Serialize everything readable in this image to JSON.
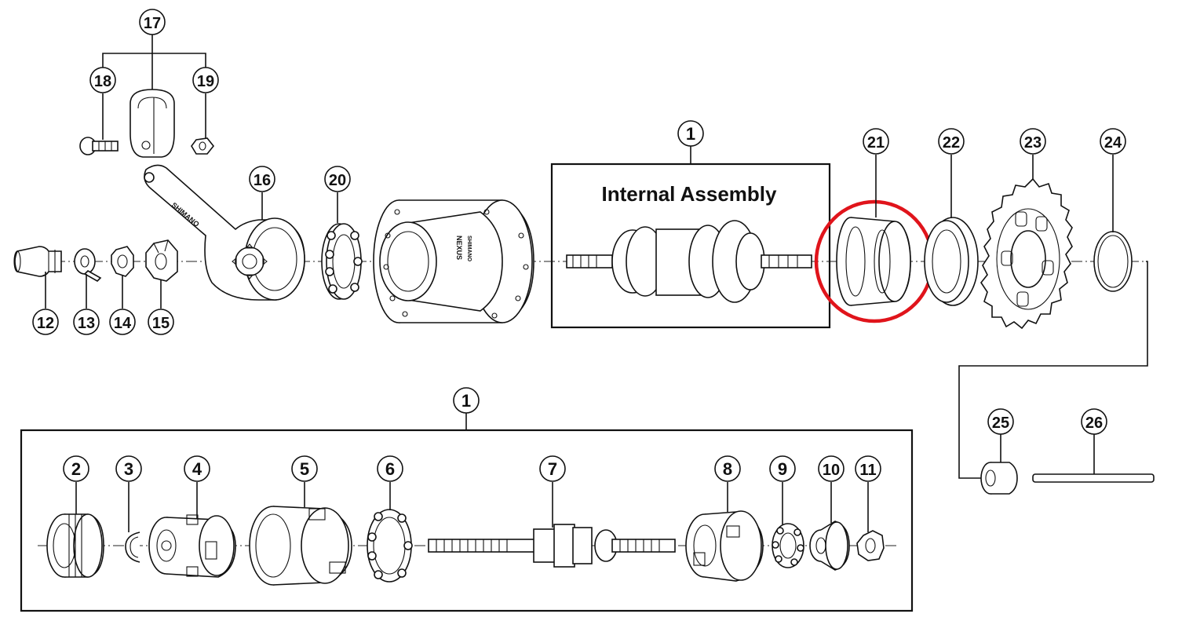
{
  "internal_assembly_label": "Internal Assembly",
  "highlight_color": "#e0141b",
  "hub_body_text": "NEXUS",
  "hub_sub_text": "SHIMANO",
  "arm_text": "SHIMANO",
  "callouts": {
    "c1_top": "1",
    "c1_bottom": "1",
    "c2": "2",
    "c3": "3",
    "c4": "4",
    "c5": "5",
    "c6": "6",
    "c7": "7",
    "c8": "8",
    "c9": "9",
    "c10": "10",
    "c11": "11",
    "c12": "12",
    "c13": "13",
    "c14": "14",
    "c15": "15",
    "c16": "16",
    "c17": "17",
    "c18": "18",
    "c19": "19",
    "c20": "20",
    "c21": "21",
    "c22": "22",
    "c23": "23",
    "c24": "24",
    "c25": "25",
    "c26": "26"
  }
}
